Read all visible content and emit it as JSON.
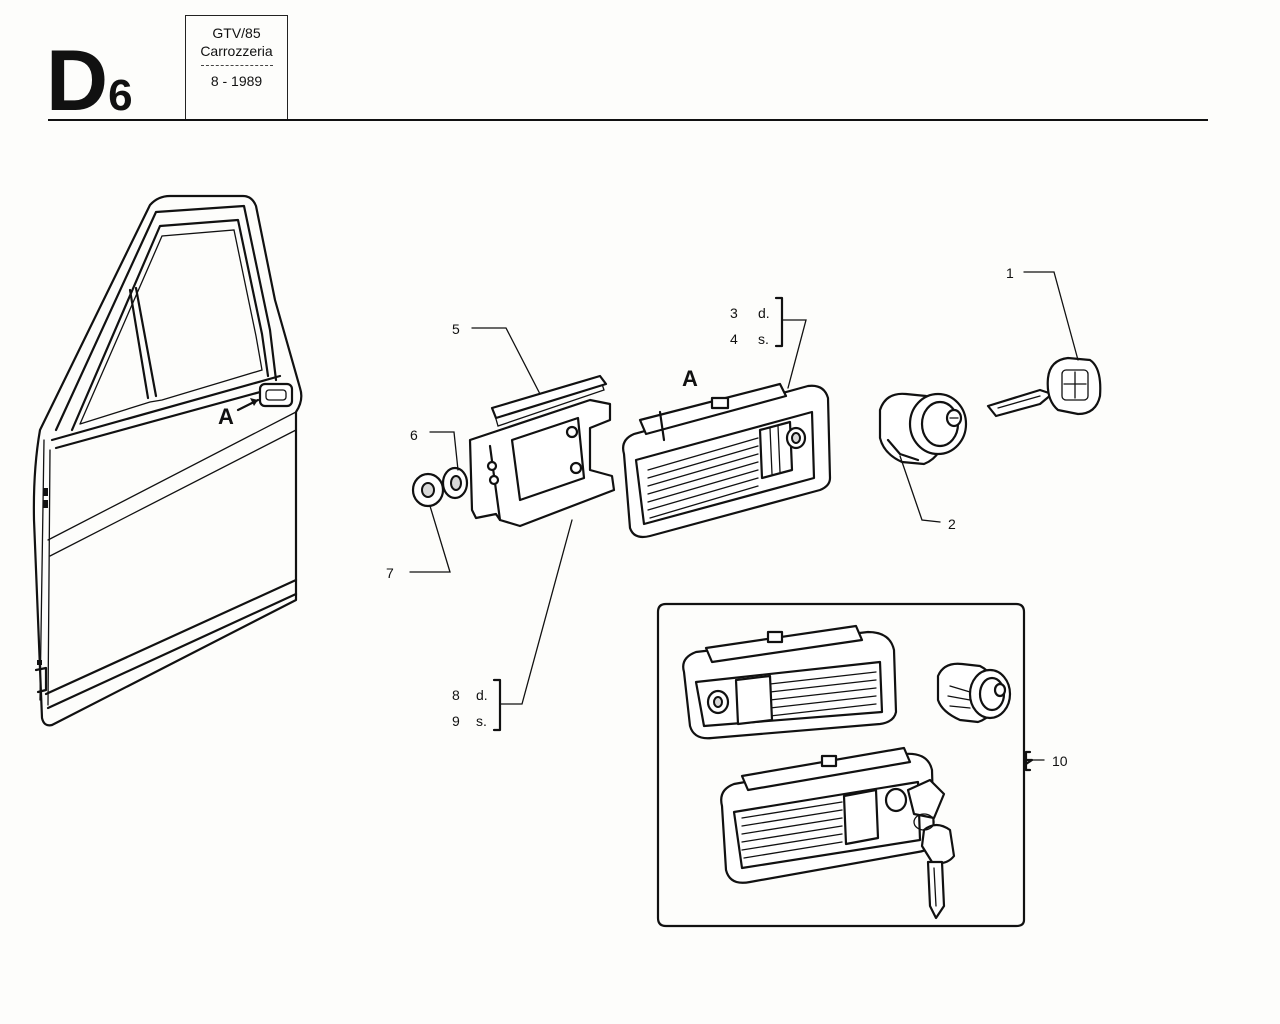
{
  "header": {
    "section_letter": "D",
    "section_number": "6",
    "model": "GTV/85",
    "group": "Carrozzeria",
    "date": "8 - 1989"
  },
  "view_marker": "A",
  "parts": {
    "p1": "1",
    "p2": "2",
    "p3": "3",
    "p3_side": "d.",
    "p4": "4",
    "p4_side": "s.",
    "p5": "5",
    "p6": "6",
    "p7": "7",
    "p8": "8",
    "p8_side": "d.",
    "p9": "9",
    "p9_side": "s.",
    "p10": "10"
  }
}
